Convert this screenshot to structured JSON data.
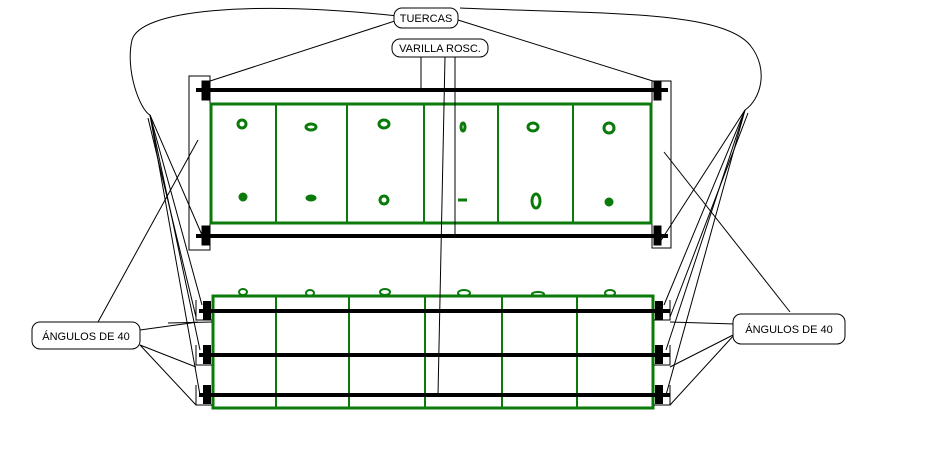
{
  "labels": {
    "nuts": "TUERCAS",
    "threaded_rod": "VARILLA ROSC.",
    "angles_left": "ÁNGULOS DE 40",
    "angles_right": "ÁNGULOS DE 40"
  },
  "colors": {
    "panel": "#0a7a0a",
    "rod": "#000000",
    "leader": "#000000"
  }
}
